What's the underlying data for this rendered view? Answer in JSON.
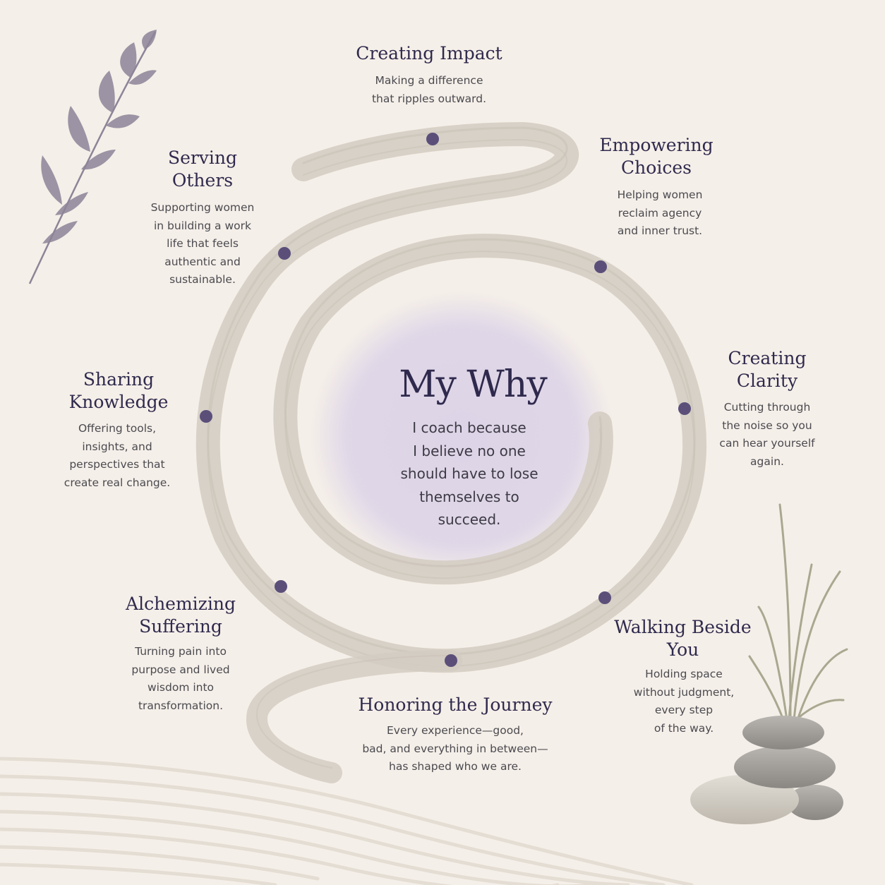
{
  "colors": {
    "background": "#f5efe9",
    "heading": "#2f2a4d",
    "body_text": "#4a4a4f",
    "dot": "#5b4f7a",
    "spiral": "#d4cdc3",
    "center_wash": "#ddd4e7",
    "sprig": "#8d8498",
    "grass": "#a9a890",
    "stones": "#9c9a96"
  },
  "center": {
    "title": "My Why",
    "text": "I coach because\nI believe no one\nshould have to lose\nthemselves to\nsucceed."
  },
  "items": [
    {
      "title": "Creating Impact",
      "desc": "Making a difference\nthat ripples outward."
    },
    {
      "title": "Empowering\nChoices",
      "desc": "Helping women\nreclaim agency\nand inner trust."
    },
    {
      "title": "Creating\nClarity",
      "desc": "Cutting through\nthe noise so you\ncan hear yourself\nagain."
    },
    {
      "title": "Walking Beside\nYou",
      "desc": "Holding space\nwithout judgment,\nevery step\nof the way."
    },
    {
      "title": "Honoring the Journey",
      "desc": "Every experience—good,\nbad, and everything in between—\nhas shaped who we are."
    },
    {
      "title": "Alchemizing\nSuffering",
      "desc": "Turning pain into\npurpose and lived\nwisdom into\ntransformation."
    },
    {
      "title": "Sharing\nKnowledge",
      "desc": "Offering tools,\ninsights, and\nperspectives that\ncreate real change."
    },
    {
      "title": "Serving\nOthers",
      "desc": "Supporting women\nin building a work\nlife that feels\nauthentic and\nsustainable."
    }
  ],
  "decorations": {
    "top_left": "leaf-sprig-icon",
    "bottom_right": "stacked-stones-with-grass-icon",
    "bottom_left": "raked-sand-lines"
  }
}
